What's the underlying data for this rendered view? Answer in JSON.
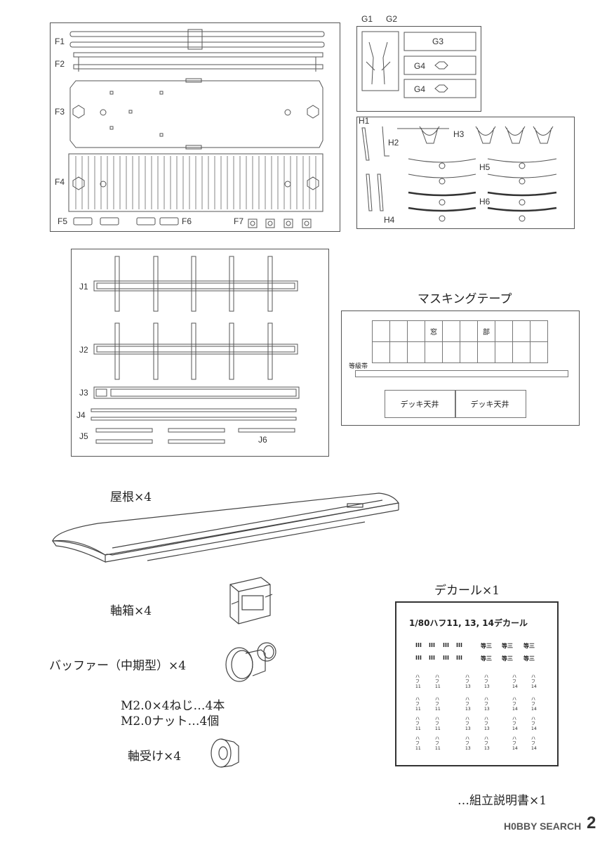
{
  "sprue_f": {
    "labels": [
      "F1",
      "F2",
      "F3",
      "F4",
      "F5",
      "F6",
      "F7"
    ]
  },
  "sprue_g": {
    "labels": [
      "G1",
      "G2",
      "G3",
      "G4",
      "G4"
    ]
  },
  "sprue_h": {
    "labels": [
      "H1",
      "H2",
      "H3",
      "H5",
      "H6",
      "H4"
    ]
  },
  "sprue_j": {
    "labels": [
      "J1",
      "J2",
      "J3",
      "J4",
      "J5",
      "J6"
    ]
  },
  "masking_tape": {
    "title": "マスキングテープ",
    "window_label_1": "窓",
    "window_label_2": "部",
    "stripe_label": "等級帯",
    "box_1": "デッキ天井",
    "box_2": "デッキ天井"
  },
  "parts": {
    "roof": "屋根×4",
    "axle_box": "軸箱×4",
    "buffer": "バッファー（中期型）×4",
    "screw": "M2.0×4ねじ…4本",
    "nut": "M2.0ナット…4個",
    "bearing": "軸受け×4",
    "manual": "…組立説明書×1"
  },
  "decal": {
    "caption": "デカール×1",
    "title": "1/80ハフ11, 13, 14デカール",
    "class_mark": "等三",
    "car_names": [
      "ハフ11",
      "ハフ13",
      "ハフ14"
    ]
  },
  "footer": {
    "watermark": "H0BBY SEARCH",
    "page_number": "2"
  }
}
